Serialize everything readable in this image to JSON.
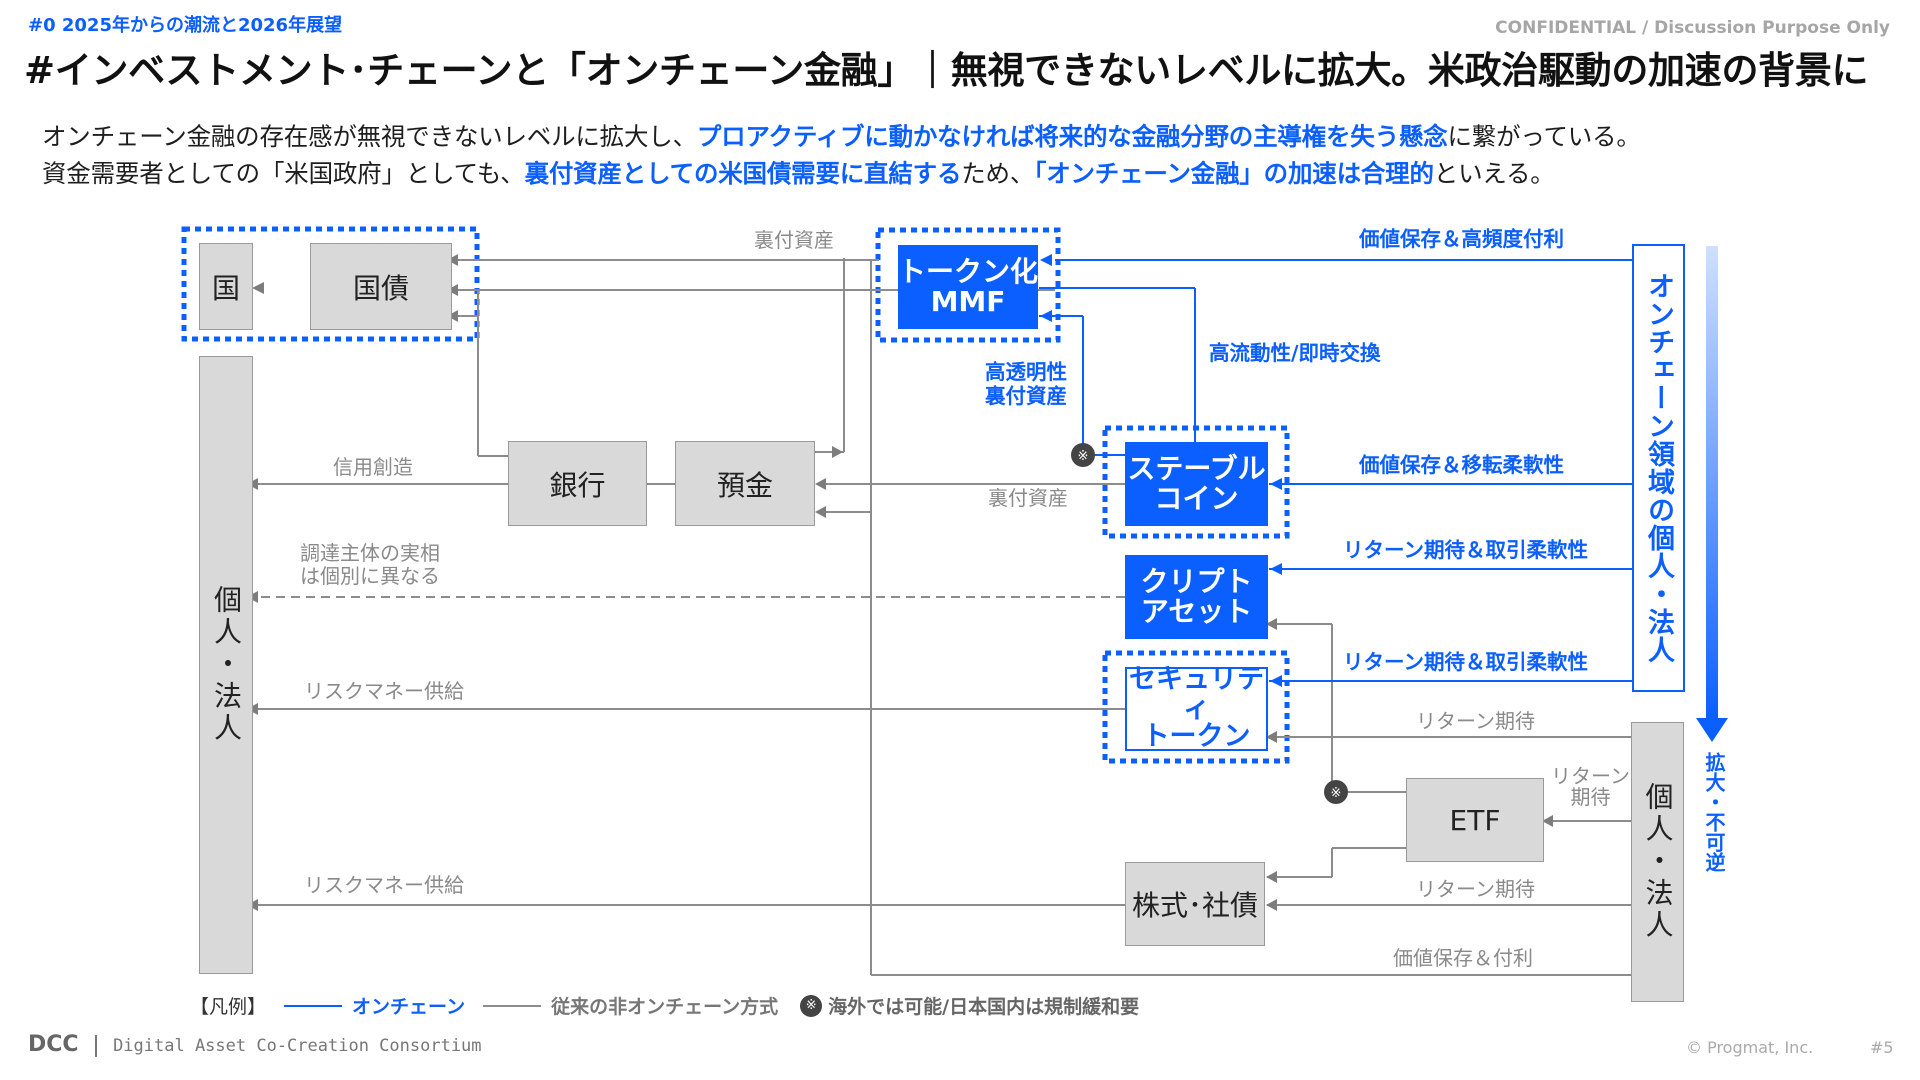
{
  "header": {
    "section": "#0  2025年からの潮流と2026年展望",
    "confidential": "CONFIDENTIAL / Discussion Purpose Only",
    "title": "#インベストメント･チェーンと「オンチェーン金融」｜無視できないレベルに拡大。米政治駆動の加速の背景に"
  },
  "lead": {
    "line1_a": "オンチェーン金融の存在感が無視できないレベルに拡大し、",
    "line1_b": "プロアクティブに動かなければ将来的な金融分野の主導権を失う懸念",
    "line1_c": "に繋がっている。",
    "line2_a": "資金需要者としての「米国政府」としても、",
    "line2_b": "裏付資産としての米国債需要に直結する",
    "line2_c": "ため、",
    "line2_d": "「オンチェーン金融」の加速は合理的",
    "line2_e": "といえる。"
  },
  "diagram": {
    "nodes": {
      "kuni": "国",
      "kokusai": "国債",
      "kojin_left": "個人・法人",
      "ginko": "銀行",
      "yokin": "預金",
      "token_mmf_1": "トークン化",
      "token_mmf_2": "MMF",
      "stable_1": "ステーブル",
      "stable_2": "コイン",
      "crypto_1": "クリプト",
      "crypto_2": "アセット",
      "security_1": "セキュリティ",
      "security_2": "トークン",
      "etf": "ETF",
      "stock": "株式･社債",
      "kojin_right": "個人・法人",
      "onchain_domain": "オンチェーン領域の個人・法人",
      "expand": "拡大・不可逆"
    },
    "labels": {
      "uraduke_top": "裏付資産",
      "shinyo": "信用創造",
      "uraduke_mid": "裏付資産",
      "chotatsu_1": "調達主体の実相",
      "chotatsu_2": "は個別に異なる",
      "risk_money_1": "リスクマネー供給",
      "risk_money_2": "リスクマネー供給",
      "return_1": "リターン期待",
      "return_etf_1": "リターン",
      "return_etf_2": "期待",
      "return_2": "リターン期待",
      "kachi_fuwri": "価値保存＆付利",
      "kachi_koinfindo": "価値保存＆高頻度付利",
      "koryudo": "高流動性/即時交換",
      "tomei_1": "高透明性",
      "tomei_2": "裏付資産",
      "kachi_iten": "価値保存＆移転柔軟性",
      "return_torihiki_1": "リターン期待＆取引柔軟性",
      "return_torihiki_2": "リターン期待＆取引柔軟性",
      "kome_mark": "※"
    }
  },
  "legend": {
    "title": "【凡例】",
    "onchain": "オンチェーン",
    "traditional": "従来の非オンチェーン方式",
    "kome": "※",
    "note": "海外では可能/日本国内は規制緩和要"
  },
  "footer": {
    "dcc": "DCC",
    "consortium": "Digital Asset Co-Creation Consortium",
    "copyright": "©  Progmat, Inc.",
    "page": "#5"
  },
  "colors": {
    "accent": "#0b5fff",
    "gray_line": "#8c8c8c",
    "gray_box": "#d9d9d9"
  }
}
